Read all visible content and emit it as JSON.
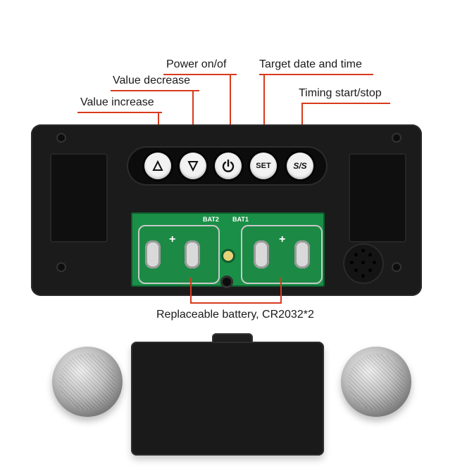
{
  "labels": {
    "power": "Power on/of",
    "value_decrease": "Value decrease",
    "value_increase": "Value increase",
    "target_date": "Target date and time",
    "timing": "Timing start/stop",
    "battery": "Replaceable battery, CR2032*2"
  },
  "buttons": {
    "set": "SET",
    "ss": "S/S"
  },
  "pcb": {
    "bat2": "BAT2",
    "bat1": "BAT1",
    "plus": "+"
  },
  "colors": {
    "callout": "#d83a1c",
    "device": "#1b1b1b",
    "pcb": "#1a8f47"
  }
}
